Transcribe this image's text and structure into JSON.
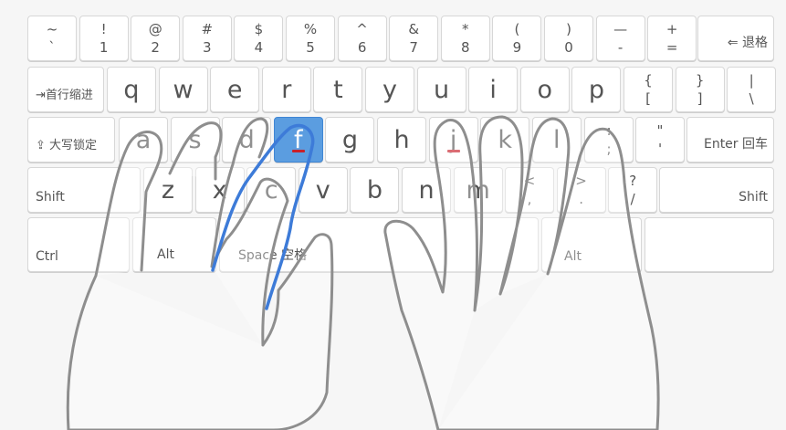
{
  "keyboard": {
    "number_row": [
      {
        "top": "~",
        "bottom": "`"
      },
      {
        "top": "!",
        "bottom": "1"
      },
      {
        "top": "@",
        "bottom": "2"
      },
      {
        "top": "#",
        "bottom": "3"
      },
      {
        "top": "$",
        "bottom": "4"
      },
      {
        "top": "%",
        "bottom": "5"
      },
      {
        "top": "^",
        "bottom": "6"
      },
      {
        "top": "&",
        "bottom": "7"
      },
      {
        "top": "*",
        "bottom": "8"
      },
      {
        "top": "(",
        "bottom": "9"
      },
      {
        "top": ")",
        "bottom": "0"
      },
      {
        "top": "—",
        "bottom": "-"
      },
      {
        "top": "+",
        "bottom": "="
      }
    ],
    "backspace_label": "⇐ 退格",
    "tab_label": "⇥首行缩进",
    "row_q": [
      "q",
      "w",
      "e",
      "r",
      "t",
      "y",
      "u",
      "i",
      "o",
      "p"
    ],
    "bracket_keys": [
      {
        "top": "{",
        "bottom": "["
      },
      {
        "top": "}",
        "bottom": "]"
      },
      {
        "top": "|",
        "bottom": "\\"
      }
    ],
    "caps_label": "⇪ 大写锁定",
    "row_a": [
      "a",
      "s",
      "d",
      "f",
      "g",
      "h",
      "j",
      "k",
      "l"
    ],
    "semicolon": {
      "top": ":",
      "bottom": ";"
    },
    "quote": {
      "top": "\"",
      "bottom": "'"
    },
    "enter_label": "Enter 回车",
    "shift_left_label": "Shift",
    "row_z": [
      "z",
      "x",
      "c",
      "v",
      "b",
      "n",
      "m"
    ],
    "punct_keys": [
      {
        "top": "<",
        "bottom": ","
      },
      {
        "top": ">",
        "bottom": "."
      },
      {
        "top": "?",
        "bottom": "/"
      }
    ],
    "shift_right_label": "Shift",
    "ctrl_label": "Ctrl",
    "alt_left_label": "Alt",
    "space_label": "Space 空格",
    "alt_right_label": "Alt",
    "highlighted_key": "f",
    "home_row_markers": [
      "f",
      "j"
    ]
  },
  "colors": {
    "highlight": "#5b9de0",
    "home_marker": "#c8202a",
    "finger_outline": "#8a8a8a",
    "finger_active": "#3d7bd8"
  }
}
